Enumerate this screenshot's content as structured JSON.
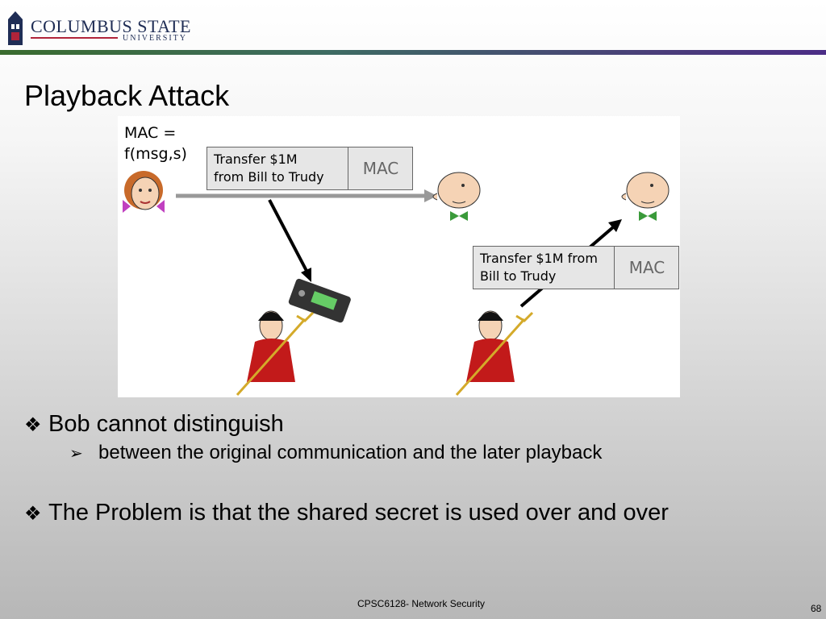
{
  "header": {
    "logo_line1": "COLUMBUS STATE",
    "logo_line2": "UNIVERSITY"
  },
  "slide": {
    "title": "Playback Attack",
    "figure": {
      "mac_equation_line1": "MAC =",
      "mac_equation_line2": "f(msg,s)",
      "message1_line1": "Transfer $1M",
      "message1_line2": "from Bill to Trudy",
      "message1_mac": "MAC",
      "message2_line1": "Transfer $1M from",
      "message2_line2": "Bill to Trudy",
      "message2_mac": "MAC"
    },
    "bullets": [
      {
        "text": "Bob cannot distinguish",
        "sub": "between the original communication and the later playback"
      },
      {
        "text": "The Problem is that the shared secret is used over and over"
      }
    ]
  },
  "footer": {
    "course": "CPSC6128- Network Security",
    "page": "68"
  },
  "colors": {
    "rule_start": "#3a6b2e",
    "rule_end": "#4b2d86",
    "bullet": "#000000"
  }
}
